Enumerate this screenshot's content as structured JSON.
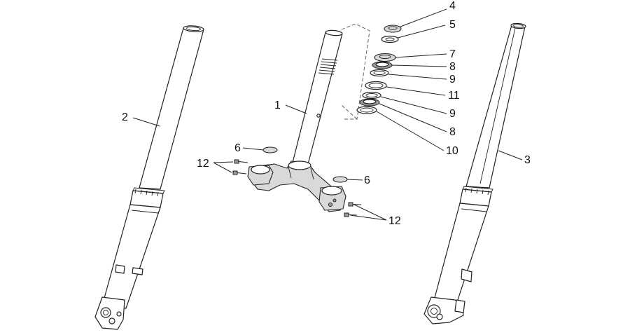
{
  "callouts": {
    "c1": "1",
    "c2": "2",
    "c3": "3",
    "c4": "4",
    "c5": "5",
    "c6a": "6",
    "c6b": "6",
    "c7": "7",
    "c8a": "8",
    "c8b": "8",
    "c9a": "9",
    "c9b": "9",
    "c10": "10",
    "c11": "11",
    "c12a": "12",
    "c12b": "12"
  },
  "colors": {
    "line": "#222222",
    "fill": "#d9d9d9",
    "background": "#ffffff"
  }
}
